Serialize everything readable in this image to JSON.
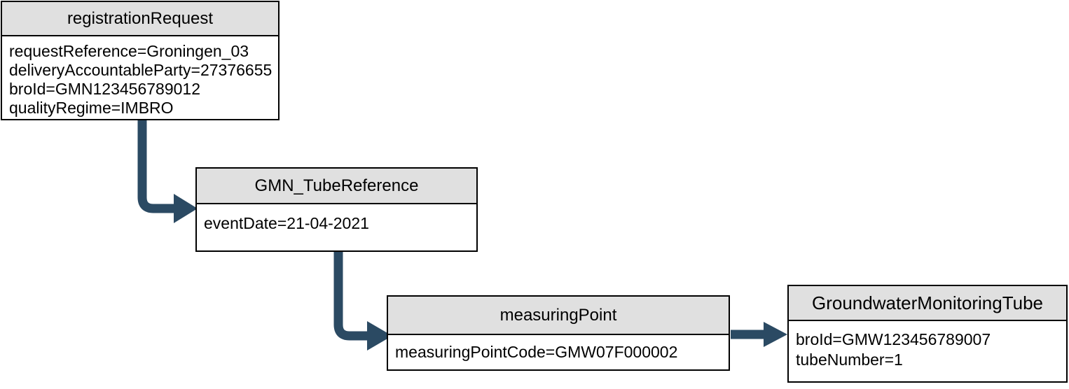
{
  "diagram": {
    "arrow_color": "#2b4a63",
    "header_bg": "#e0e0e0",
    "border_color": "#000000",
    "nodes": [
      {
        "title": "registrationRequest",
        "attributes": [
          "requestReference=Groningen_03",
          "deliveryAccountableParty=27376655",
          "broId=GMN123456789012",
          "qualityRegime=IMBRO"
        ]
      },
      {
        "title": "GMN_TubeReference",
        "attributes": [
          "eventDate=21-04-2021"
        ]
      },
      {
        "title": "measuringPoint",
        "attributes": [
          "measuringPointCode=GMW07F000002"
        ]
      },
      {
        "title": "GroundwaterMonitoringTube",
        "attributes": [
          "broId=GMW123456789007",
          "tubeNumber=1"
        ]
      }
    ],
    "edges": [
      {
        "from": "registrationRequest",
        "to": "GMN_TubeReference"
      },
      {
        "from": "GMN_TubeReference",
        "to": "measuringPoint"
      },
      {
        "from": "measuringPoint",
        "to": "GroundwaterMonitoringTube"
      }
    ]
  }
}
